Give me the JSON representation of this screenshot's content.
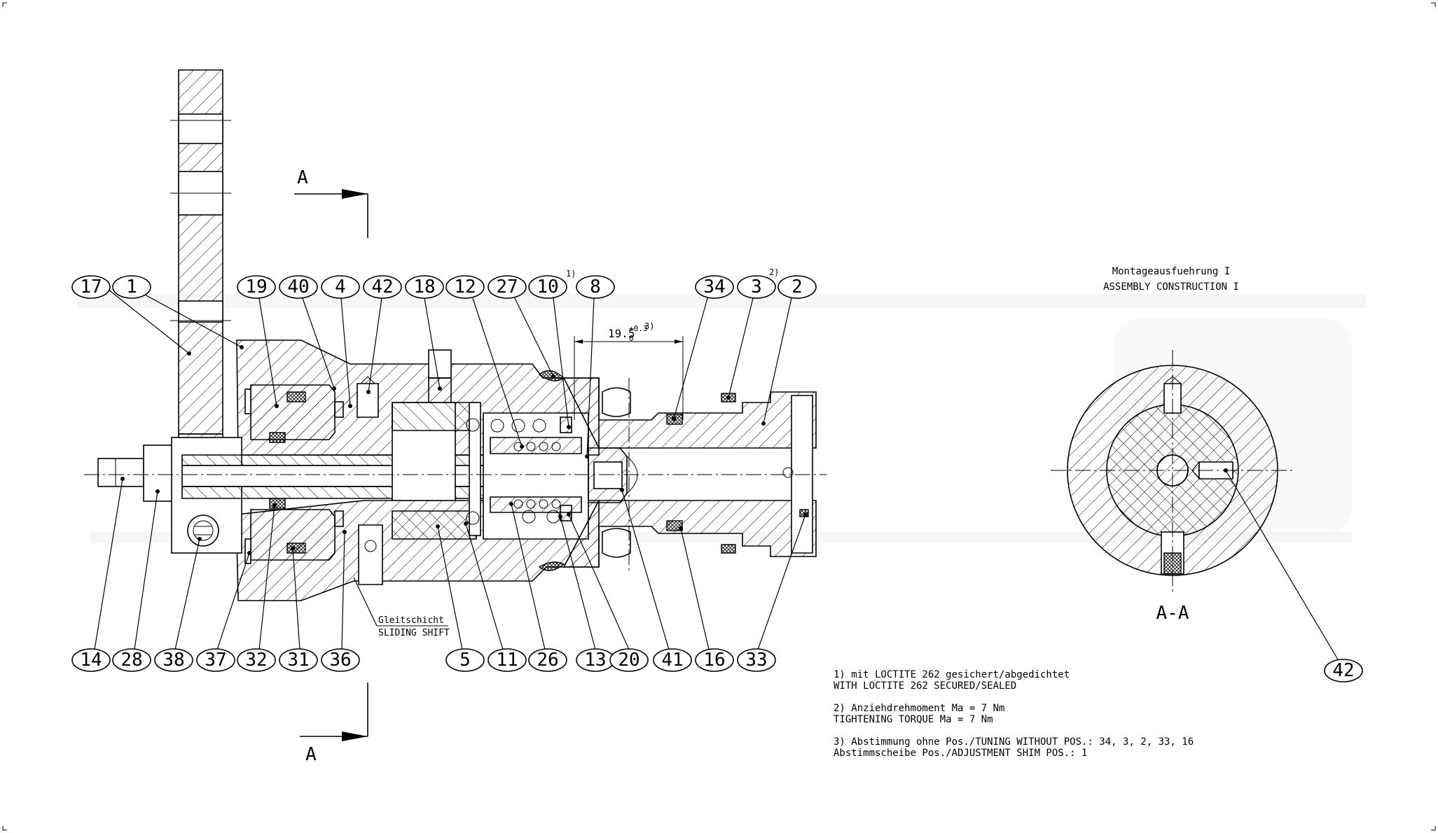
{
  "section_arrows": {
    "top_letter": "A",
    "bottom_letter": "A"
  },
  "dimension": {
    "value": "19.5",
    "tolerance_upper": "+0.3",
    "tolerance_lower": "0",
    "note_ref": "3)"
  },
  "note_refs": {
    "item_10": "1)",
    "item_3": "2)"
  },
  "sliding_note": {
    "de": "Gleitschicht",
    "en": "SLIDING SHIFT"
  },
  "assembly_title": {
    "de": "Montageausfuehrung I",
    "en": "ASSEMBLY CONSTRUCTION I"
  },
  "section_label": "A-A",
  "callouts_top": [
    "17",
    "1",
    "19",
    "40",
    "4",
    "42",
    "18",
    "12",
    "27",
    "10",
    "8",
    "34",
    "3",
    "2"
  ],
  "callouts_bottom": [
    "14",
    "28",
    "38",
    "37",
    "32",
    "31",
    "36",
    "5",
    "11",
    "26",
    "13",
    "20",
    "41",
    "16",
    "33"
  ],
  "callout_section": "42",
  "notes": [
    {
      "line1": "1) mit LOCTITE 262 gesichert/abgedichtet",
      "line2": "WITH LOCTITE 262 SECURED/SEALED"
    },
    {
      "line1": "2) Anziehdrehmoment Ma = 7 Nm",
      "line2": "TIGHTENING TORQUE Ma = 7 Nm"
    },
    {
      "line1": "3) Abstimmung ohne Pos./TUNING WITHOUT POS.: 34, 3, 2, 33, 16",
      "line2": "Abstimmscheibe Pos./ADJUSTMENT SHIM POS.: 1"
    }
  ]
}
